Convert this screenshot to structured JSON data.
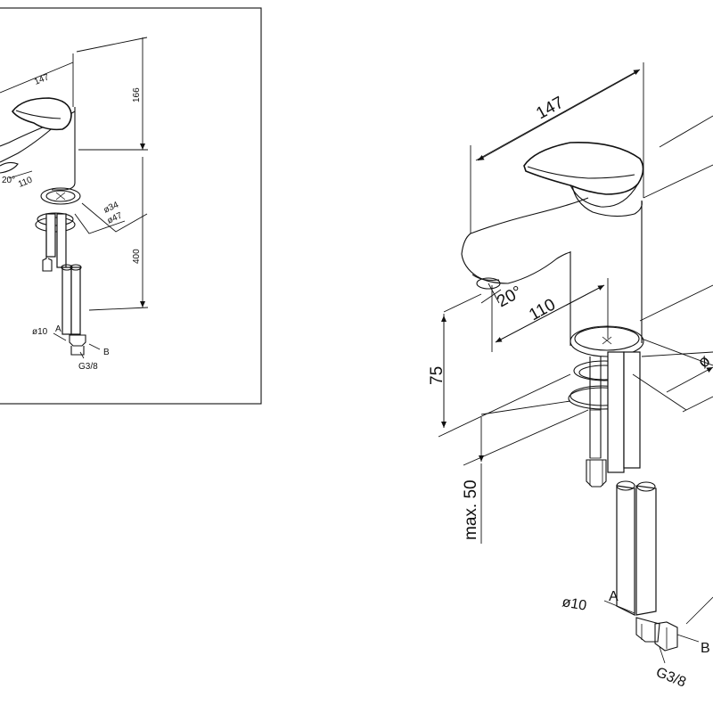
{
  "small_view": {
    "dim_width": "147",
    "dim_height_top": "166",
    "dim_height_bottom": "400",
    "dim_angle": "20°",
    "dim_reach": "110",
    "dim_dia_inner": "ø34",
    "dim_dia_outer": "ø47",
    "label_dia_hose": "ø10",
    "label_a": "A",
    "label_b": "B",
    "label_thread": "G3/8"
  },
  "large_view": {
    "dim_width": "147",
    "dim_angle": "20°",
    "dim_reach": "110",
    "dim_spout_height": "75",
    "dim_max_thickness": "max. 50",
    "dim_dia_partial": "ø",
    "label_dia_hose": "ø10",
    "label_a": "A",
    "label_b": "B",
    "label_thread": "G3/8"
  }
}
